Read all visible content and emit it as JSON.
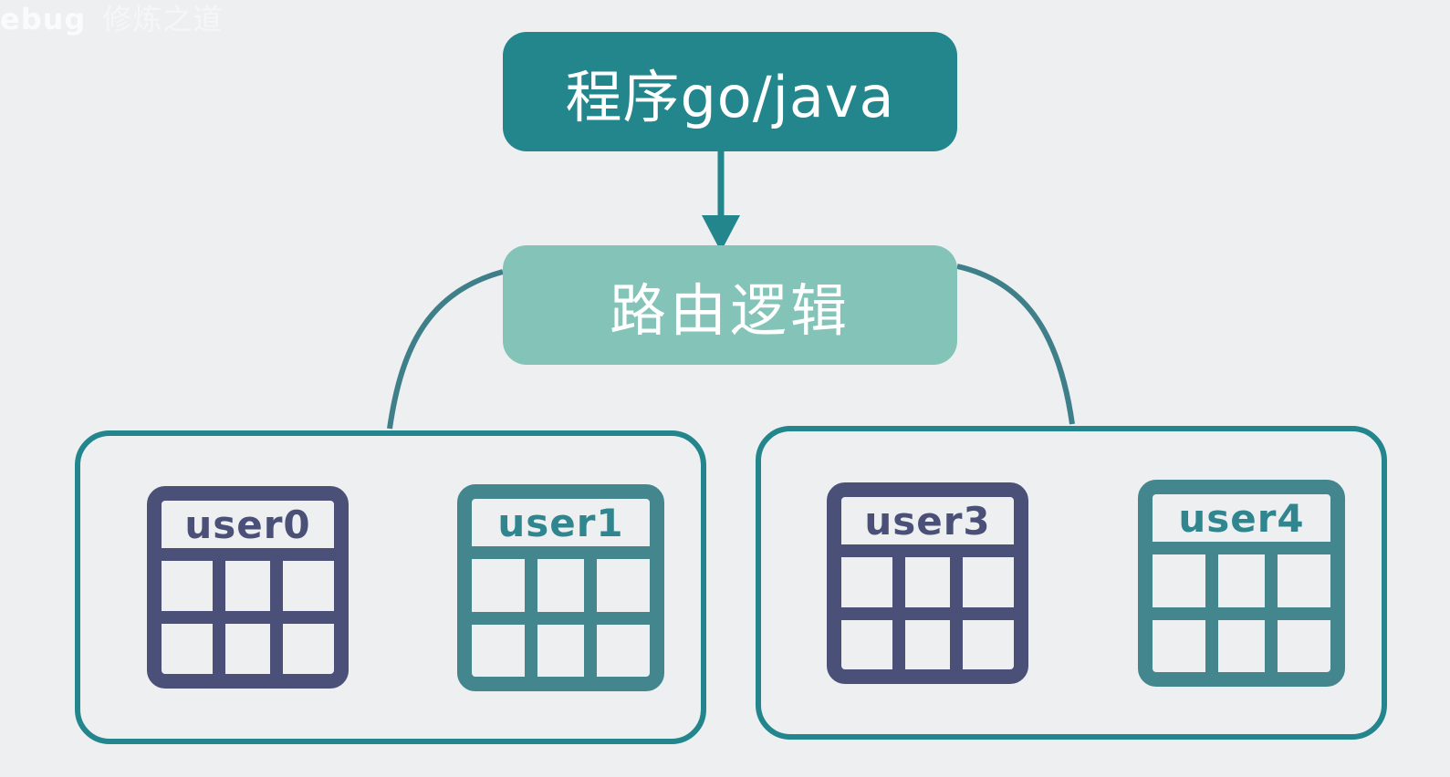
{
  "watermark": {
    "text": "ebug",
    "sub": "修炼之道"
  },
  "program_node": {
    "label": "程序go/java"
  },
  "router_node": {
    "label": "路由逻辑"
  },
  "database_groups": [
    {
      "tables": [
        {
          "label": "user0"
        },
        {
          "label": "user1"
        }
      ]
    },
    {
      "tables": [
        {
          "label": "user3"
        },
        {
          "label": "user4"
        }
      ]
    }
  ],
  "colors": {
    "background": "#edeff1",
    "program_fill": "#22868c",
    "router_fill": "#84c4b8",
    "group_border": "#22868c",
    "table_navy": "#4a5078",
    "table_teal": "#43868e",
    "connector": "#3e7f89"
  }
}
